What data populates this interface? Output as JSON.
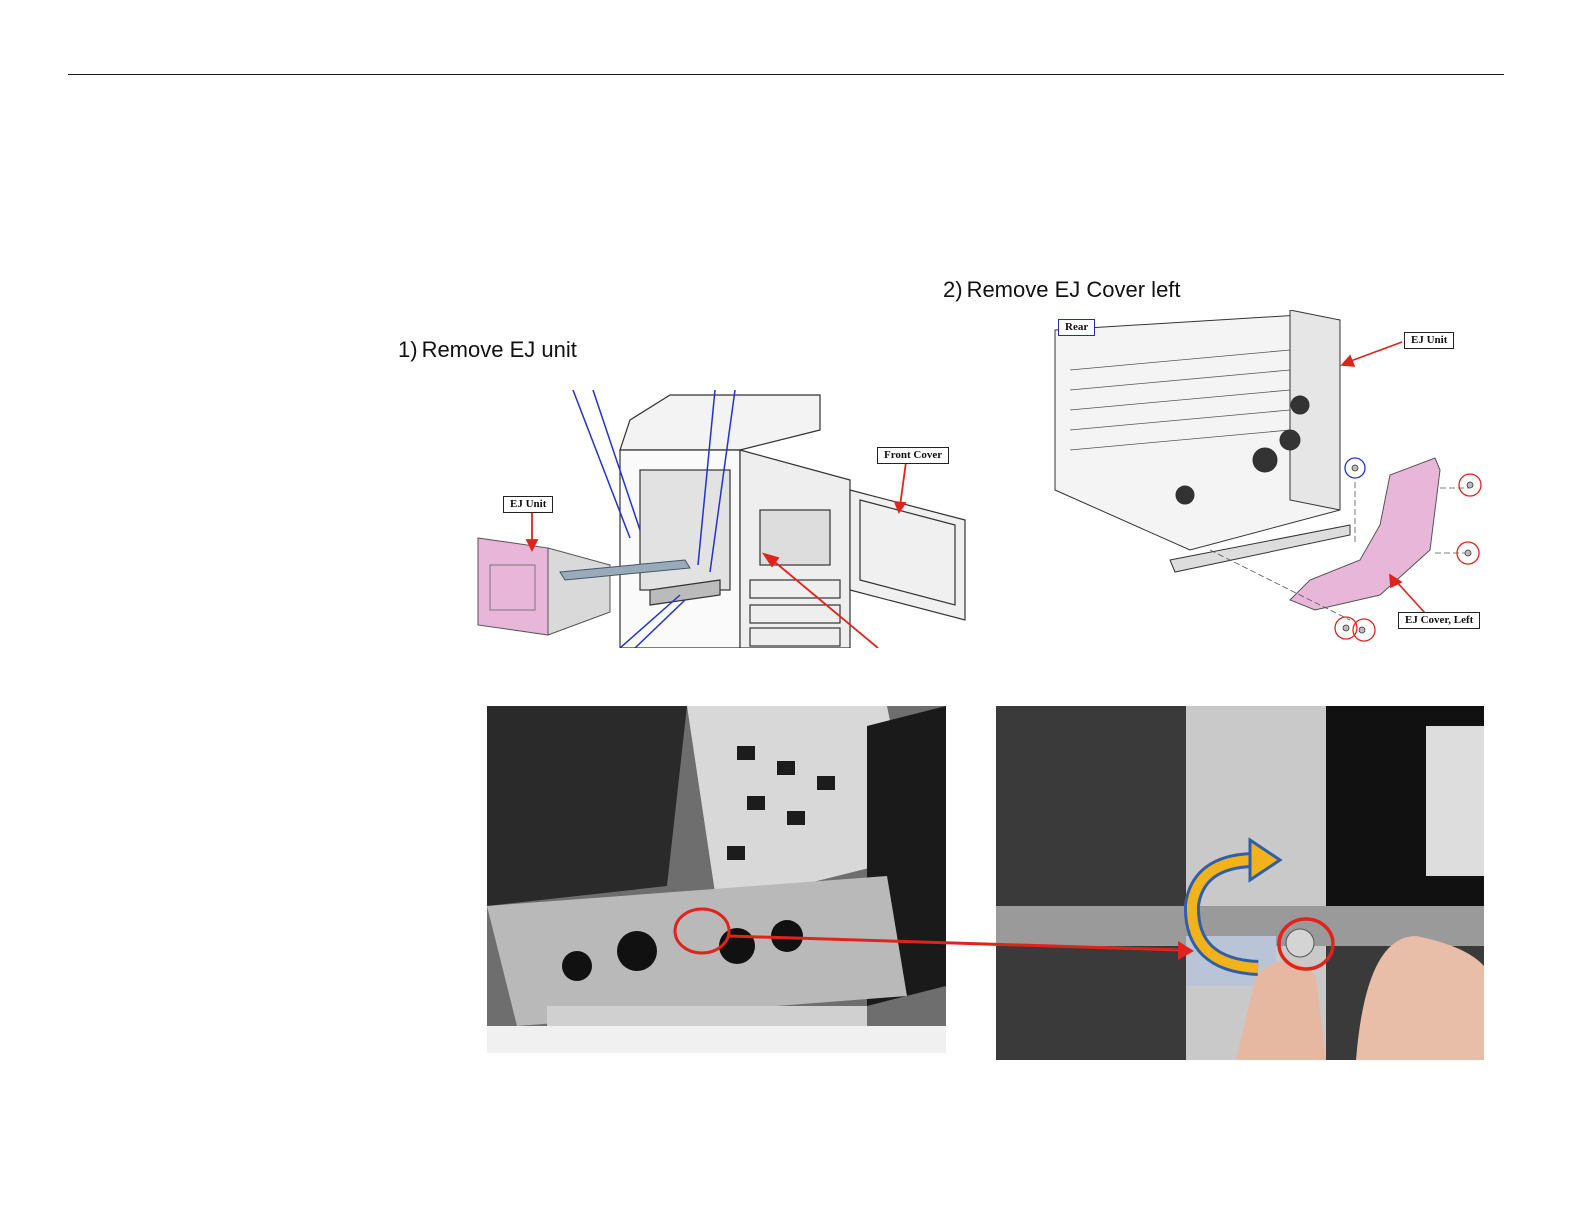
{
  "steps": [
    {
      "number": "1)",
      "text": "Remove EJ unit"
    },
    {
      "number": "2)",
      "text": "Remove EJ Cover left"
    }
  ],
  "diagram1": {
    "callouts": {
      "ej_unit": "EJ Unit",
      "front_cover": "Front Cover"
    }
  },
  "diagram2": {
    "callouts": {
      "rear": "Rear",
      "ej_unit": "EJ Unit",
      "ej_cover_left": "EJ Cover, Left"
    }
  },
  "colors": {
    "part_highlight": "#e8b6d8",
    "callout_arrow": "#e0241b",
    "leader_line": "#2233cc",
    "rotation_arrow_fill": "#f2b21c",
    "rotation_arrow_outline": "#2f5fa8"
  },
  "icons": {
    "arrow": "red-callout-arrow",
    "screw": "screw-icon",
    "rotate": "rotate-arrow-icon"
  }
}
